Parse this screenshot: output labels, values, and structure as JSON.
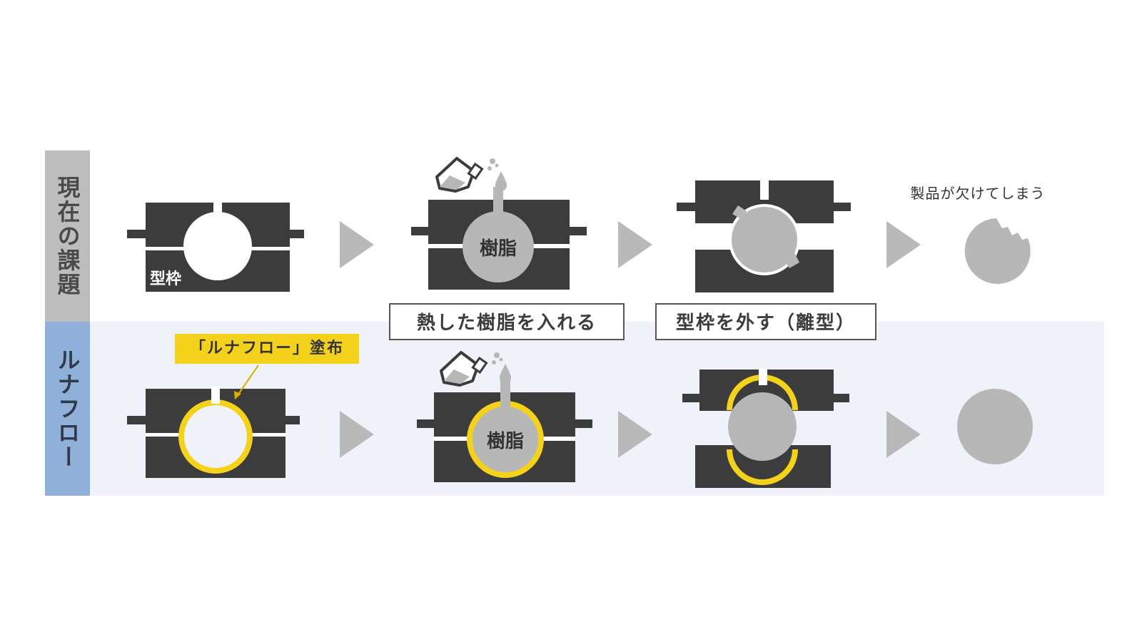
{
  "rows": {
    "current": {
      "label": "現在の課題"
    },
    "lunaflow": {
      "label": "ルナフロー"
    }
  },
  "labels": {
    "mold": "型枠",
    "resin_top": "樹脂",
    "resin_bottom": "樹脂",
    "coating": "「ルナフロー」塗布",
    "product_chipped": "製品が欠けてしまう"
  },
  "steps": {
    "pour": "熱した樹脂を入れる",
    "release": "型枠を外す（離型）"
  },
  "colors": {
    "mold": "#3c3c3c",
    "resin": "#b7b7b7",
    "coating": "#f4d21c",
    "arrow": "#b9b9b9",
    "band_top": "#bdbdbd",
    "band_bottom": "#8fb1d9"
  },
  "icons": [
    "beaker-icon",
    "droplet-icon"
  ]
}
